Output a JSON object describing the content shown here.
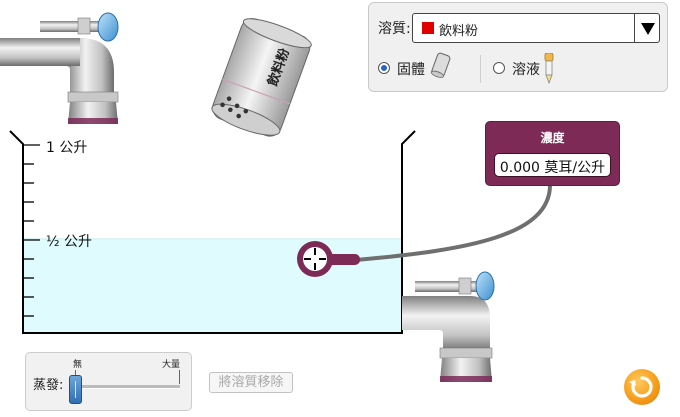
{
  "solute_panel": {
    "label": "溶質:",
    "selected_solute": "飲料粉",
    "selected_color": "#e00000",
    "form_options": [
      {
        "label": "固體",
        "selected": true
      },
      {
        "label": "溶液",
        "selected": false
      }
    ]
  },
  "shaker": {
    "label": "飲料粉"
  },
  "beaker": {
    "mark_top": "1 公升",
    "mark_half": "½ 公升",
    "water_fraction": 0.5,
    "water_color": "#e0fbfd"
  },
  "meter": {
    "title": "濃度",
    "value": "0.000 莫耳/公升",
    "color": "#7d2b56"
  },
  "evaporation": {
    "label": "蒸發:",
    "min_label": "無",
    "max_label": "大量",
    "level": 0
  },
  "remove_solute_button": {
    "label": "將溶質移除",
    "enabled": false
  },
  "reset_button": {
    "icon": "reset-icon"
  }
}
